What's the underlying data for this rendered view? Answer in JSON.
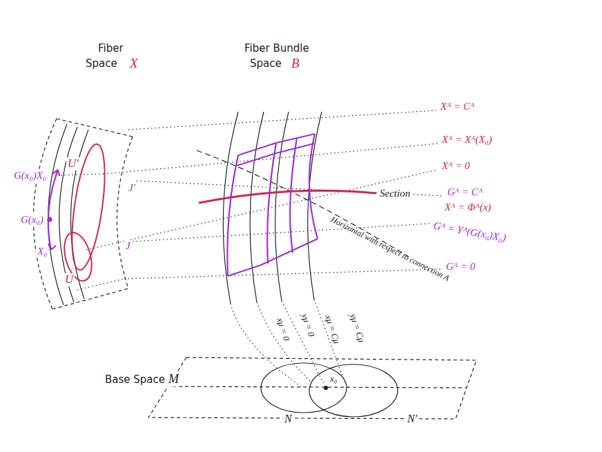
{
  "diagram": {
    "labels": [
      "Fiber",
      "Space",
      "X",
      "Fiber Bundle",
      "Space",
      "B",
      "U′",
      "U",
      "G(x₀)X₀",
      "G(x₀)",
      "X₀",
      "J′",
      "J",
      "Xᴬ = Cᴬ",
      "Xᴬ = Xᴬ(X₀)",
      "Xᴬ = 0",
      "Gᴬ = Cᴬ",
      "Section",
      "Xᴬ = Φᴬ(x)",
      "Gᴬ = Yᴬ(G(x₀)X₀)",
      "Horizontal with respect to connection A",
      "Gᴬ = 0",
      "xμ = 0",
      "yμ = 0",
      "xμ = Cμ",
      "yμ = Cμ",
      "Base Space",
      "M",
      "x₀",
      "N",
      "N′"
    ]
  }
}
